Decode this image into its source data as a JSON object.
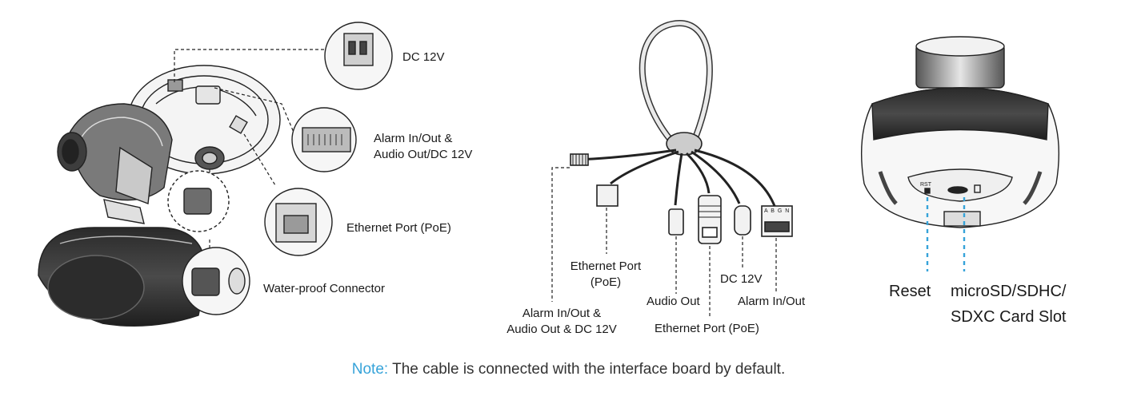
{
  "left": {
    "dc12v": "DC 12V",
    "alarm_audio": [
      "Alarm In/Out &",
      "Audio Out/DC 12V"
    ],
    "ethernet": "Ethernet Port (PoE)",
    "waterproof": "Water-proof Connector"
  },
  "middle": {
    "ethernet_top": [
      "Ethernet Port",
      "(PoE)"
    ],
    "alarm_audio_dc": [
      "Alarm In/Out &",
      "Audio Out & DC 12V"
    ],
    "audio_out": "Audio Out",
    "dc12v": "DC 12V",
    "alarm_inout": "Alarm In/Out",
    "ethernet_bottom": "Ethernet Port (PoE)",
    "connector_letters": "A B G N"
  },
  "right": {
    "reset": "Reset",
    "card_slot": [
      "microSD/SDHC/",
      "SDXC Card Slot"
    ],
    "rst_mark": "RST"
  },
  "note": {
    "label": "Note:",
    "text": " The cable is connected with the interface board by default."
  },
  "colors": {
    "accent": "#36a3d9",
    "line": "#222222"
  }
}
